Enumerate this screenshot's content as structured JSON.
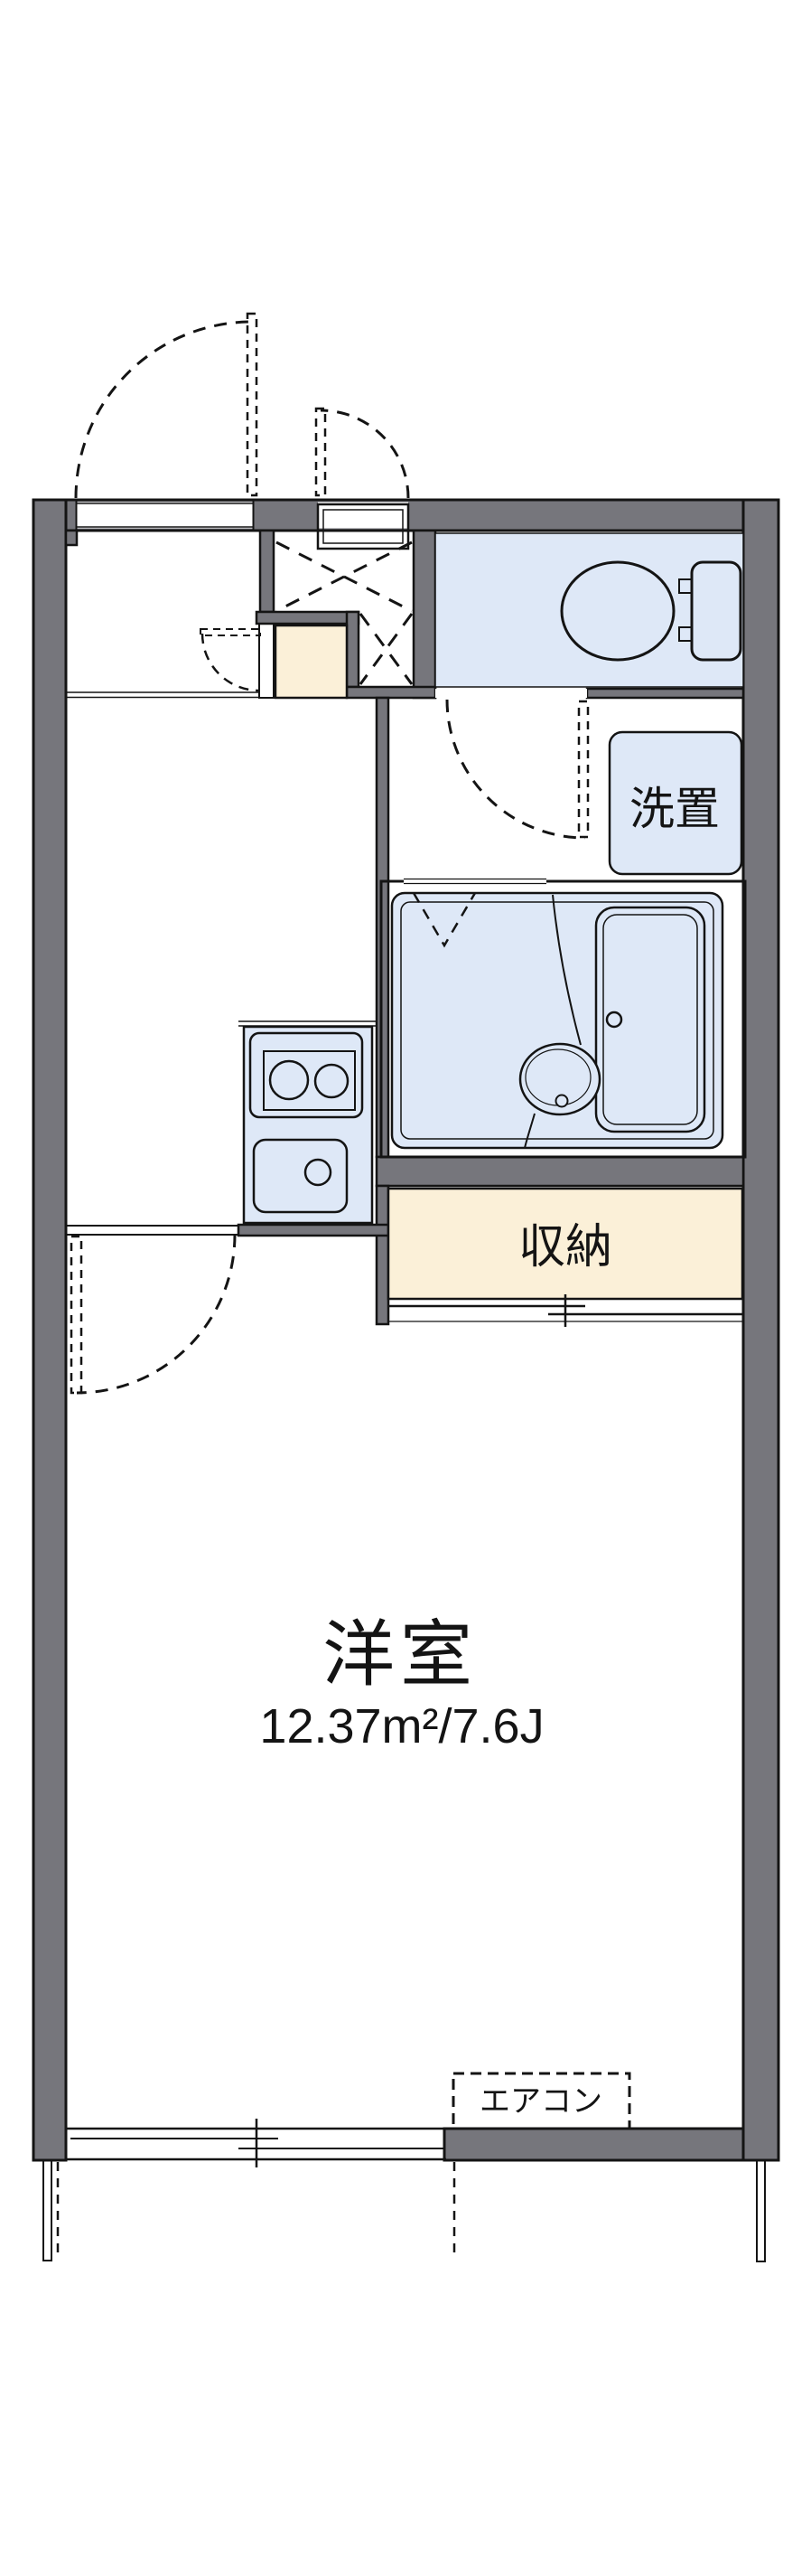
{
  "colors": {
    "wall": "#76767C",
    "fixture": "#DEE8F7",
    "storage": "#FBF0D8",
    "line": "#141414",
    "bg": "#FFFFFF"
  },
  "rooms": {
    "main_room": {
      "name": "洋室",
      "area": "12.37m²/7.6J"
    },
    "storage_closet": {
      "name": "収納"
    },
    "laundry_space": {
      "name": "洗置"
    },
    "air_conditioner": {
      "name": "エアコン"
    }
  }
}
